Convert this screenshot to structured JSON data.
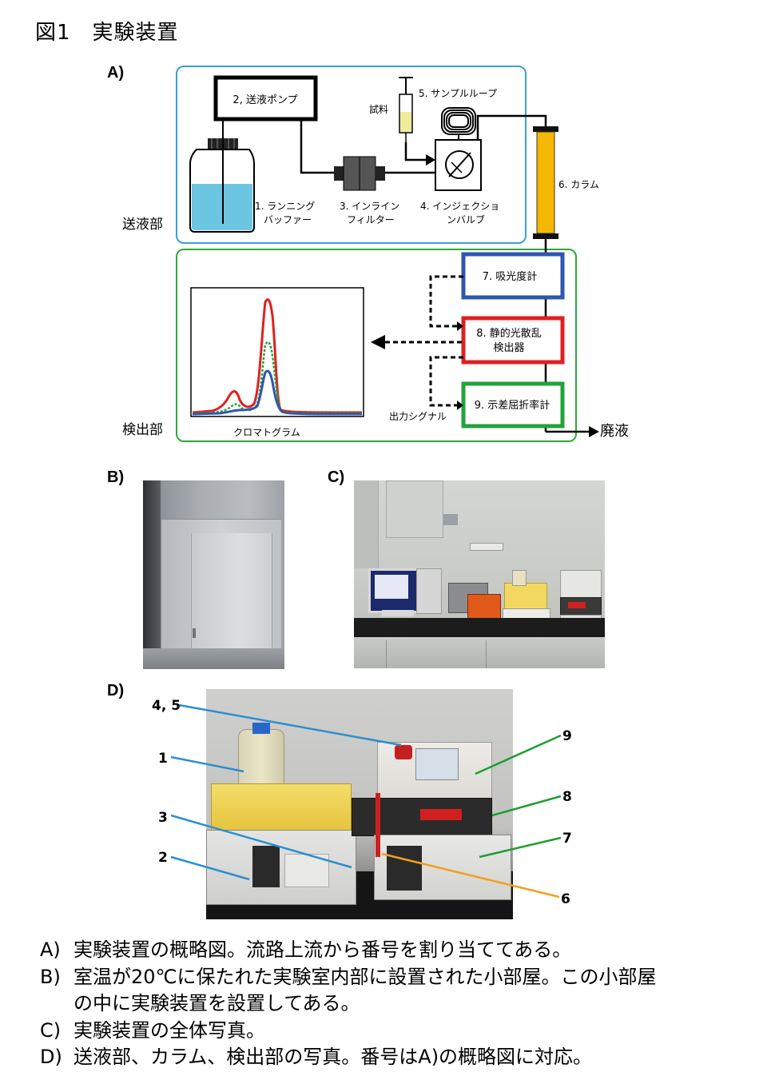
{
  "figure": {
    "title": "図1　実験装置"
  },
  "panel_a": {
    "label": "A)",
    "section_feed": "送液部",
    "section_detect": "検出部",
    "pump": "2, 送液ポンプ",
    "sample": "試料",
    "loop": "5. サンプルループ",
    "column": "6. カラム",
    "buffer": [
      "1. ランニング",
      "バッファー"
    ],
    "filter": [
      "3. インライン",
      "フィルター"
    ],
    "valve": [
      "4. インジェクショ",
      "ンバルブ"
    ],
    "uv": "7. 吸光度計",
    "sls": [
      "8. 静的光散乱",
      "検出器"
    ],
    "ri": "9. 示差屈折率計",
    "output": "出力シグナル",
    "chromatogram": "クロマトグラム",
    "waste": "廃液",
    "colors": {
      "feed_box": "#3aa0d8",
      "detect_box": "#2fa83a",
      "uv": "#2f56b0",
      "sls": "#e02020",
      "ri": "#22a33a",
      "column": "#f5b800",
      "buffer": "#6cc6e2"
    }
  },
  "panel_b": {
    "label": "B)"
  },
  "panel_c": {
    "label": "C)"
  },
  "panel_d": {
    "label": "D)",
    "callouts": [
      "4, 5",
      "1",
      "3",
      "2",
      "9",
      "8",
      "7",
      "6"
    ],
    "colors": {
      "leader": "#2a8fd0",
      "green": "#1e9e2e",
      "orange": "#f0a020"
    }
  },
  "captions": [
    {
      "key": "A)",
      "lines": [
        "実験装置の概略図。流路上流から番号を割り当ててある。"
      ]
    },
    {
      "key": "B)",
      "lines": [
        "室温が20℃に保たれた実験室内部に設置された小部屋。この小部屋",
        "の中に実験装置を設置してある。"
      ]
    },
    {
      "key": "C)",
      "lines": [
        "実験装置の全体写真。"
      ]
    },
    {
      "key": "D)",
      "lines": [
        "送液部、カラム、検出部の写真。番号はA)の概略図に対応。"
      ]
    }
  ]
}
